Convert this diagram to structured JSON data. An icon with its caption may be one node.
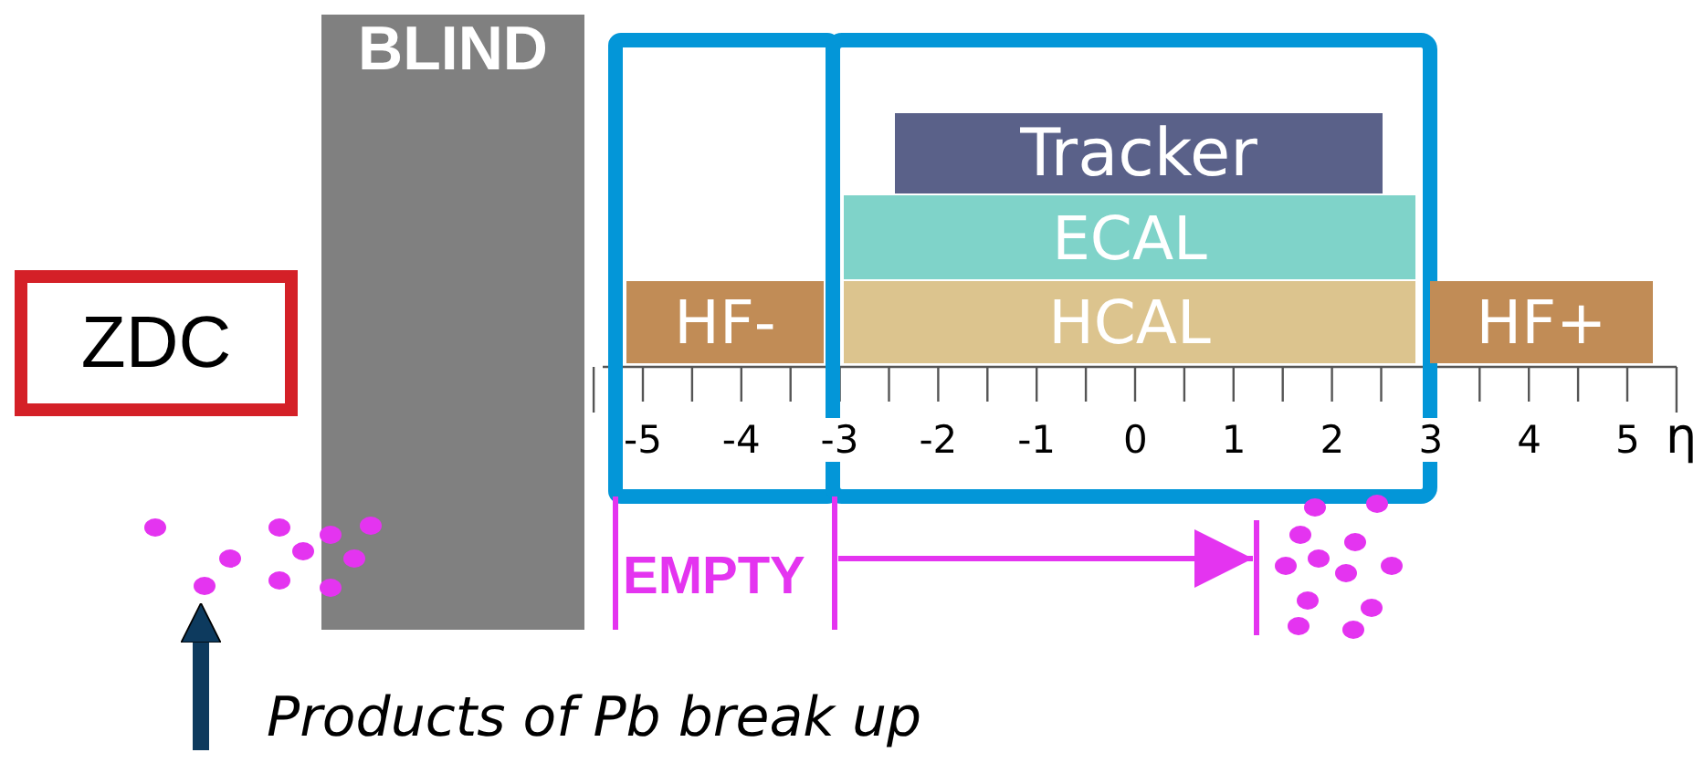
{
  "diagram": {
    "nodes": [
      {
        "text": [
          "BLIND"
        ]
      },
      {
        "text": [
          "Tracker"
        ]
      },
      {
        "text": [
          "ECAL"
        ]
      },
      {
        "text": [
          "ZDC"
        ]
      },
      {
        "text": [
          "HF-"
        ]
      },
      {
        "text": [
          "HCAL"
        ]
      },
      {
        "text": [
          "HF+"
        ]
      },
      {
        "text": [],
        "shape": "picture"
      }
    ],
    "edges": [
      {
        "from": null,
        "to": 7,
        "arrow": "to"
      }
    ],
    "labels": [
      "-5",
      "-4",
      "-3",
      "-2",
      "-1",
      "0",
      "1",
      "2",
      "3",
      "4",
      "5",
      "η",
      "EMPTY",
      "Products of Pb break up"
    ]
  }
}
